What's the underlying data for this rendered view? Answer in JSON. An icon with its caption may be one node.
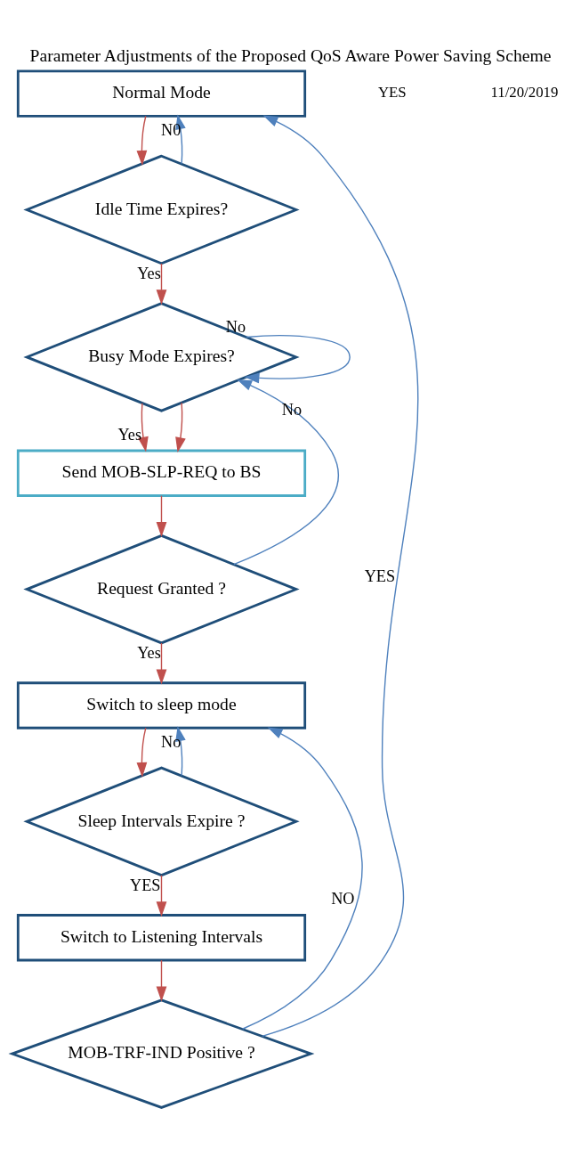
{
  "diagram": {
    "title": "Parameter Adjustments of the Proposed QoS Aware Power Saving Scheme",
    "nodes": [
      {
        "text": [
          "Normal Mode"
        ]
      },
      {
        "text": [
          "Idle Time Expires?"
        ]
      },
      {
        "text": [
          "Busy Mode Expires?"
        ]
      },
      {
        "text": [
          "Send MOB-SLP-REQ to BS"
        ]
      },
      {
        "text": [
          "Request Granted ?"
        ]
      },
      {
        "text": [
          "Switch to sleep mode"
        ]
      },
      {
        "text": [
          "Sleep Intervals Expire ?"
        ]
      },
      {
        "text": [
          "Switch to Listening Intervals"
        ]
      },
      {
        "text": [
          "MOB-TRF-IND Positive ?"
        ]
      }
    ],
    "edges": [
      {
        "from": 0,
        "to": 1,
        "arrow": "to"
      },
      {
        "from": 1,
        "to": 0,
        "arrow": "to",
        "label": "N0",
        "color": "#4f81bd"
      },
      {
        "from": 1,
        "to": 2,
        "arrow": "to",
        "label": "Yes"
      },
      {
        "from": 2,
        "to": 3,
        "arrow": "to",
        "label": "Yes"
      },
      {
        "from": 2,
        "to": 3,
        "arrow": "to"
      },
      {
        "from": 2,
        "to": 2,
        "arrow": "to",
        "label": "No",
        "color": "#4f81bd"
      },
      {
        "from": 3,
        "to": 4,
        "arrow": "to"
      },
      {
        "from": 4,
        "to": 2,
        "arrow": "to",
        "label": "No",
        "color": "#4f81bd"
      },
      {
        "from": 4,
        "to": 5,
        "arrow": "to",
        "label": "Yes"
      },
      {
        "from": 5,
        "to": 6,
        "arrow": "to"
      },
      {
        "from": 6,
        "to": 5,
        "arrow": "to",
        "label": "No",
        "color": "#4f81bd"
      },
      {
        "from": 6,
        "to": 7,
        "arrow": "to",
        "label": "YES"
      },
      {
        "from": 7,
        "to": 8,
        "arrow": "to"
      },
      {
        "from": 8,
        "to": 0,
        "arrow": "to",
        "label": "YES",
        "color": "#4f81bd"
      },
      {
        "from": 8,
        "to": 5,
        "arrow": "to",
        "label": "NO",
        "color": "#4f81bd"
      }
    ],
    "labels": [
      "YES",
      "11/20/2019"
    ]
  }
}
